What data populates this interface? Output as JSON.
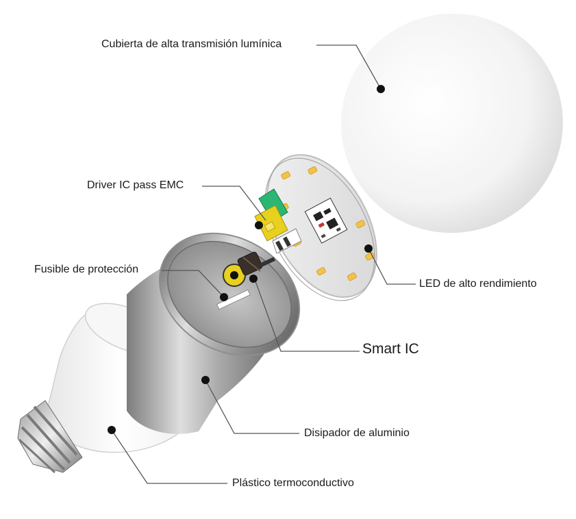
{
  "labels": {
    "cover": "Cubierta de alta transmisión lumínica",
    "driver": "Driver IC pass EMC",
    "fuse": "Fusible de protección",
    "led": "LED de alto rendimiento",
    "smart_ic": "Smart IC",
    "heatsink": "Disipador de aluminio",
    "plastic": "Plástico termoconductivo"
  },
  "colors": {
    "line": "#555555",
    "dot": "#111111",
    "pcb_green": "#2bb673",
    "driver_yellow": "#e8d01e",
    "led_chip": "#f2c24a"
  }
}
